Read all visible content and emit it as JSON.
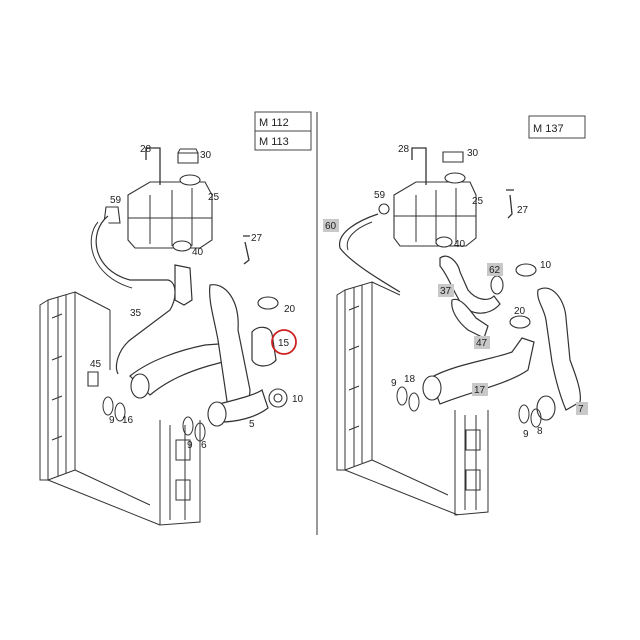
{
  "engines": {
    "left_top": "M 112",
    "left_bottom": "M 113",
    "right": "M 137"
  },
  "highlight_color": "#cc2222",
  "left_labels": {
    "l28": "28",
    "l30": "30",
    "l25": "25",
    "l59": "59",
    "l27": "27",
    "l40": "40",
    "l35": "35",
    "l20": "20",
    "l15": "15",
    "l45": "45",
    "l16": "16",
    "l9a": "9",
    "l10": "10",
    "l9b": "9",
    "l6": "6",
    "l5": "5"
  },
  "right_labels": {
    "r28": "28",
    "r30": "30",
    "r59": "59",
    "r25": "25",
    "r60": "60",
    "r27": "27",
    "r40": "40",
    "r62": "62",
    "r10": "10",
    "r37": "37",
    "r20": "20",
    "r47": "47",
    "r18": "18",
    "r9a": "9",
    "r17": "17",
    "r7": "7",
    "r9b": "9",
    "r8": "8"
  }
}
